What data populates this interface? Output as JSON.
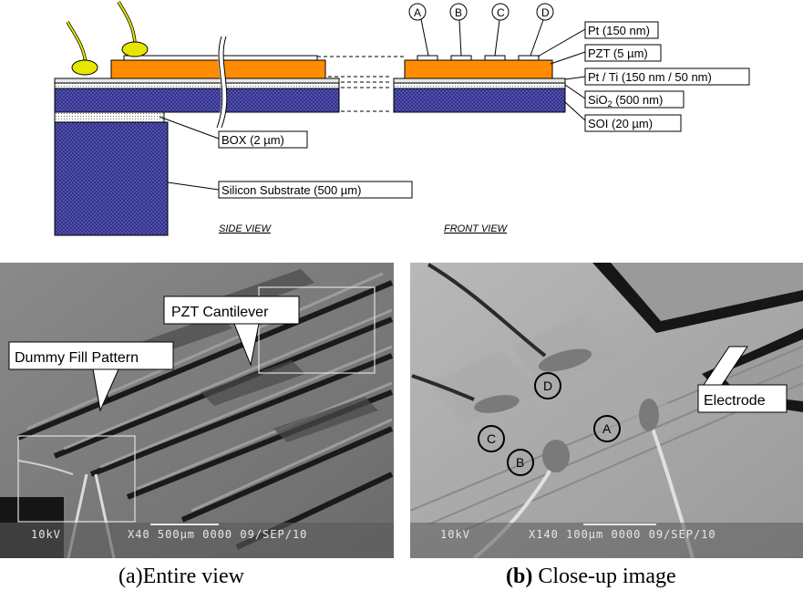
{
  "side_view": {
    "view_label": "SIDE VIEW",
    "box_label": "BOX (2 µm)",
    "substrate_label": "Silicon Substrate (500 µm)"
  },
  "front_view": {
    "view_label": "FRONT VIEW",
    "electrodes": [
      "A",
      "B",
      "C",
      "D"
    ],
    "layers": {
      "pt_top": "Pt (150 nm)",
      "pzt": "PZT (5 µm)",
      "pt_ti": "Pt / Ti (150 nm / 50 nm)",
      "sio2_prefix": "SiO",
      "sio2_sub": "2",
      "sio2_suffix": " (500 nm)",
      "soi": "SOI (20 µm)"
    }
  },
  "photo_a": {
    "label_cantilever": "PZT Cantilever",
    "label_dummy": "Dummy Fill Pattern",
    "info_kv": "10kV",
    "info_rest": "X40 500µm 0000 09/SEP/10",
    "caption": "(a)Entire view"
  },
  "photo_b": {
    "label_electrode": "Electrode",
    "pads": [
      "A",
      "B",
      "C",
      "D"
    ],
    "info_kv": "10kV",
    "info_rest": "X140 100µm 0000 09/SEP/10",
    "caption_bold": "(b)",
    "caption_rest": " Close-up image"
  },
  "colors": {
    "pzt": "#ff8c00",
    "substrate": "#5f5fbf",
    "wire": "#e6e600"
  }
}
